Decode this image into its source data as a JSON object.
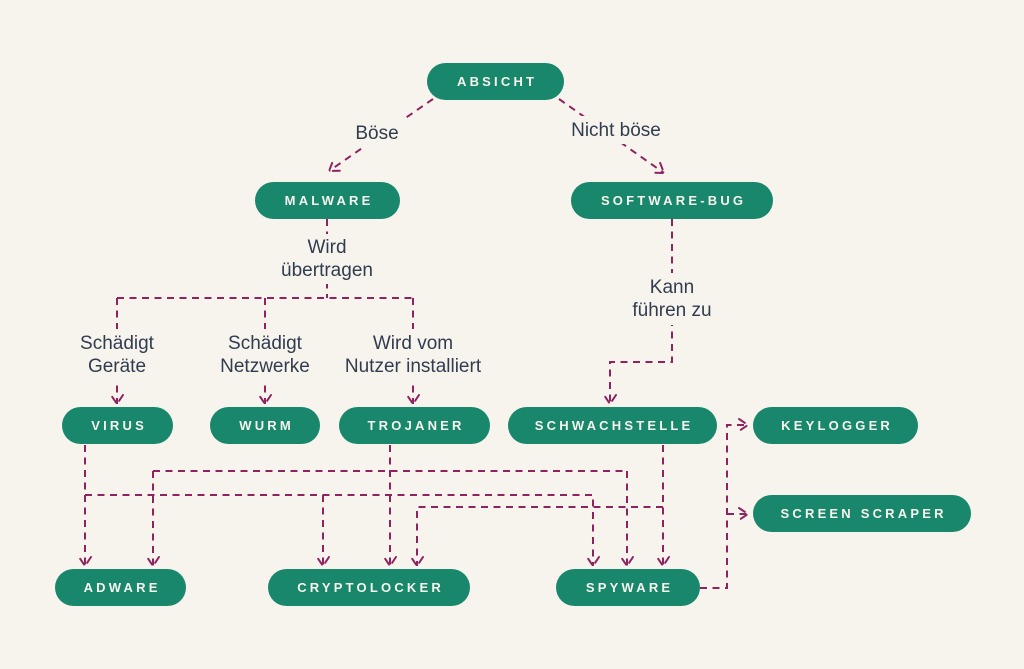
{
  "diagram": {
    "language": "de",
    "topic": "Malware-Klassifikation"
  },
  "colors": {
    "background": "#F7F4EE",
    "node_fill": "#19876B",
    "node_text": "#F7F4EE",
    "connector": "#8F2360",
    "label_text": "#313C4F"
  },
  "nodes": {
    "absicht": "ABSICHT",
    "malware": "MALWARE",
    "software_bug": "SOFTWARE-BUG",
    "virus": "VIRUS",
    "wurm": "WURM",
    "trojaner": "TROJANER",
    "schwachstelle": "SCHWACHSTELLE",
    "keylogger": "KEYLOGGER",
    "screen_scraper": "SCREEN SCRAPER",
    "adware": "ADWARE",
    "cryptolocker": "CRYPTOLOCKER",
    "spyware": "SPYWARE"
  },
  "edge_labels": {
    "boese": "Böse",
    "nicht_boese": "Nicht böse",
    "wird_uebertragen": "Wird\nübertragen",
    "schaedigt_geraete": "Schädigt\nGeräte",
    "schaedigt_netzwerke": "Schädigt\nNetzwerke",
    "wird_vom_nutzer": "Wird vom\nNutzer installiert",
    "kann_fuehren_zu": "Kann\nführen zu"
  },
  "edges": [
    {
      "from": "ABSICHT",
      "to": "MALWARE",
      "label": "Böse"
    },
    {
      "from": "ABSICHT",
      "to": "SOFTWARE-BUG",
      "label": "Nicht böse"
    },
    {
      "from": "MALWARE",
      "to": "VIRUS",
      "label": "Wird übertragen / Schädigt Geräte"
    },
    {
      "from": "MALWARE",
      "to": "WURM",
      "label": "Wird übertragen / Schädigt Netzwerke"
    },
    {
      "from": "MALWARE",
      "to": "TROJANER",
      "label": "Wird übertragen / Wird vom Nutzer installiert"
    },
    {
      "from": "SOFTWARE-BUG",
      "to": "SCHWACHSTELLE",
      "label": "Kann führen zu"
    },
    {
      "from": "VIRUS",
      "to": "ADWARE",
      "label": ""
    },
    {
      "from": "VIRUS",
      "to": "CRYPTOLOCKER",
      "label": ""
    },
    {
      "from": "VIRUS",
      "to": "SPYWARE",
      "label": ""
    },
    {
      "from": "TROJANER",
      "to": "ADWARE",
      "label": ""
    },
    {
      "from": "TROJANER",
      "to": "CRYPTOLOCKER",
      "label": ""
    },
    {
      "from": "TROJANER",
      "to": "SPYWARE",
      "label": ""
    },
    {
      "from": "SCHWACHSTELLE",
      "to": "CRYPTOLOCKER",
      "label": ""
    },
    {
      "from": "SCHWACHSTELLE",
      "to": "SPYWARE",
      "label": ""
    },
    {
      "from": "SPYWARE",
      "to": "KEYLOGGER",
      "label": ""
    },
    {
      "from": "SPYWARE",
      "to": "SCREEN SCRAPER",
      "label": ""
    }
  ]
}
